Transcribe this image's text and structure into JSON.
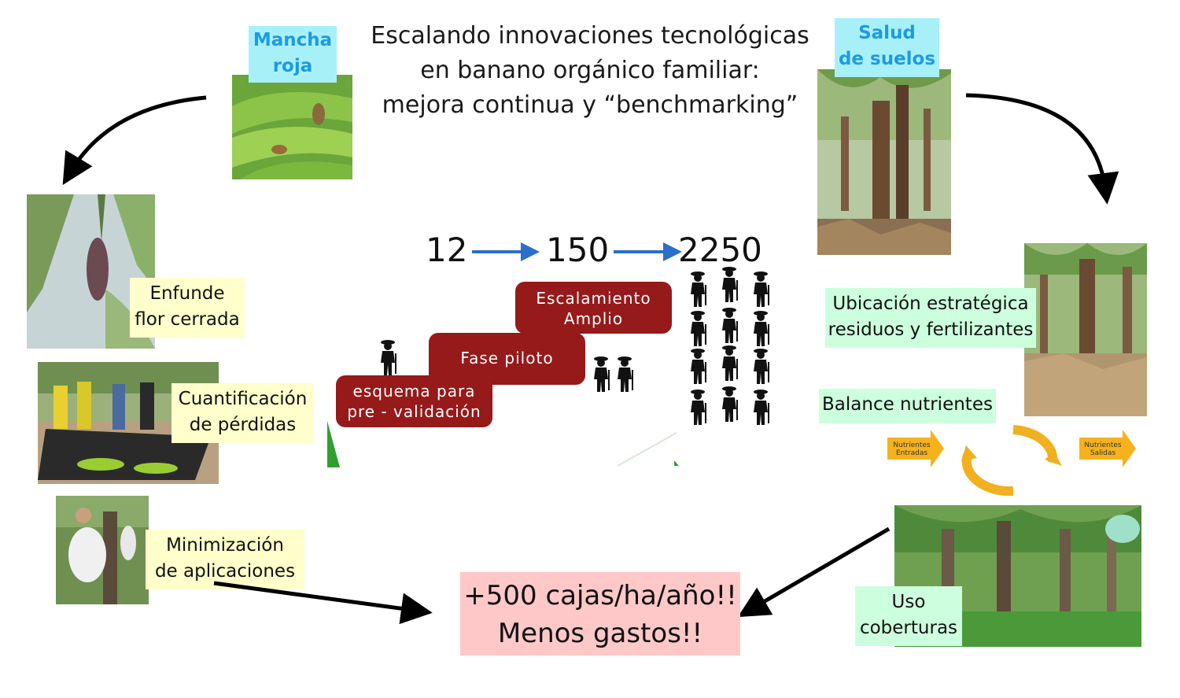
{
  "title": {
    "line1": "Escalando innovaciones tecnológicas",
    "line2": "en banano orgánico familiar:",
    "line3": "mejora continua y “benchmarking”"
  },
  "labels": {
    "mancha": {
      "line1": "Mancha",
      "line2": "roja"
    },
    "salud": {
      "line1": "Salud",
      "line2": "de suelos"
    },
    "enfunde": {
      "line1": "Enfunde",
      "line2": "flor cerrada"
    },
    "cuantificacion": {
      "line1": "Cuantificación",
      "line2": "de pérdidas"
    },
    "minimizacion": {
      "line1": "Minimización",
      "line2": "de aplicaciones"
    },
    "ubicacion": {
      "line1": "Ubicación estratégica",
      "line2": "residuos y fertilizantes"
    },
    "balance": "Balance nutrientes",
    "uso": {
      "line1": "Uso",
      "line2": "coberturas"
    }
  },
  "scaling": {
    "n1": "12",
    "n2": "150",
    "n3": "2250",
    "step1": {
      "line1": "esquema para",
      "line2": "pre - validación"
    },
    "step2": "Fase piloto",
    "step3": {
      "line1": "Escalamiento",
      "line2": "Amplio"
    }
  },
  "cycle": {
    "in": {
      "line1": "Nutrientes",
      "line2": "Entradas"
    },
    "out": {
      "line1": "Nutrientes",
      "line2": "Salidas"
    }
  },
  "result": {
    "line1": "+500 cajas/ha/año!!",
    "line2": "Menos gastos!!"
  },
  "colors": {
    "step_red": "#961a1a",
    "cyan_label": "#a8f0f8",
    "yellow_label": "#ffffcc",
    "green_label": "#ccffdd",
    "result_pink": "#ffc8c8",
    "blue_arrow": "#2a6fc9",
    "cycle_orange": "#f0b020"
  }
}
